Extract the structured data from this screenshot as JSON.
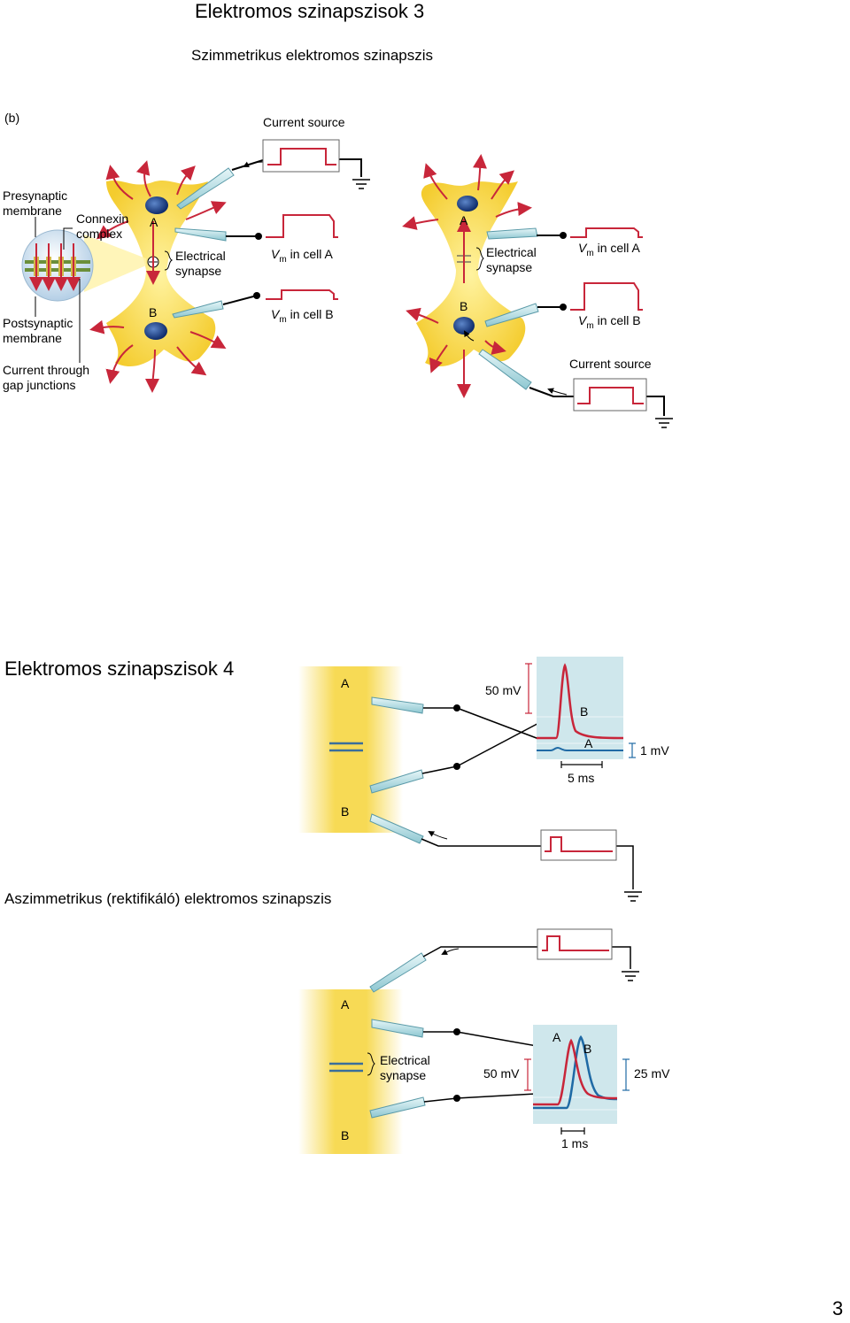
{
  "page1": {
    "title": "Elektromos szinapszisok 3",
    "subtitle": "Szimmetrikus elektromos szinapszis",
    "panel_label": "(b)",
    "left": {
      "current_source": "Current source",
      "presynaptic": "Presynaptic\nmembrane",
      "connexin": "Connexin\ncomplex",
      "postsynaptic": "Postsynaptic\nmembrane",
      "current_through": "Current through\ngap junctions",
      "cell_a": "A",
      "cell_b": "B",
      "electrical_synapse": "Electrical\nsynapse",
      "vm": "V",
      "vm_sub": "m",
      "vm_a": " in cell A",
      "vm_b": " in cell B"
    },
    "right": {
      "cell_a": "A",
      "cell_b": "B",
      "electrical_synapse": "Electrical\nsynapse",
      "vm": "V",
      "vm_sub": "m",
      "vm_a": " in cell A",
      "vm_b": " in cell B",
      "current_source": "Current source"
    }
  },
  "page2": {
    "title": "Elektromos szinapszisok 4",
    "fig1": {
      "cell_a": "A",
      "cell_b": "B",
      "scale_50mv": "50 mV",
      "trace_b": "B",
      "trace_a": "A",
      "scale_1mv": "1 mV",
      "scale_5ms": "5 ms"
    },
    "subtitle": "Aszimmetrikus (rektifikáló) elektromos szinapszis",
    "fig2": {
      "cell_a": "A",
      "cell_b": "B",
      "electrical_synapse": "Electrical\nsynapse",
      "scale_50mv": "50 mV",
      "trace_a": "A",
      "trace_b": "B",
      "scale_25mv": "25 mV",
      "scale_1ms": "1 ms"
    },
    "page_number": "3"
  },
  "colors": {
    "cell_yellow": "#f7d94c",
    "signal_red": "#c8263a",
    "trace_blue": "#1f6aa5",
    "panel_blue": "#cfe7ec",
    "nucleus_blue": "#1a3f8f"
  }
}
